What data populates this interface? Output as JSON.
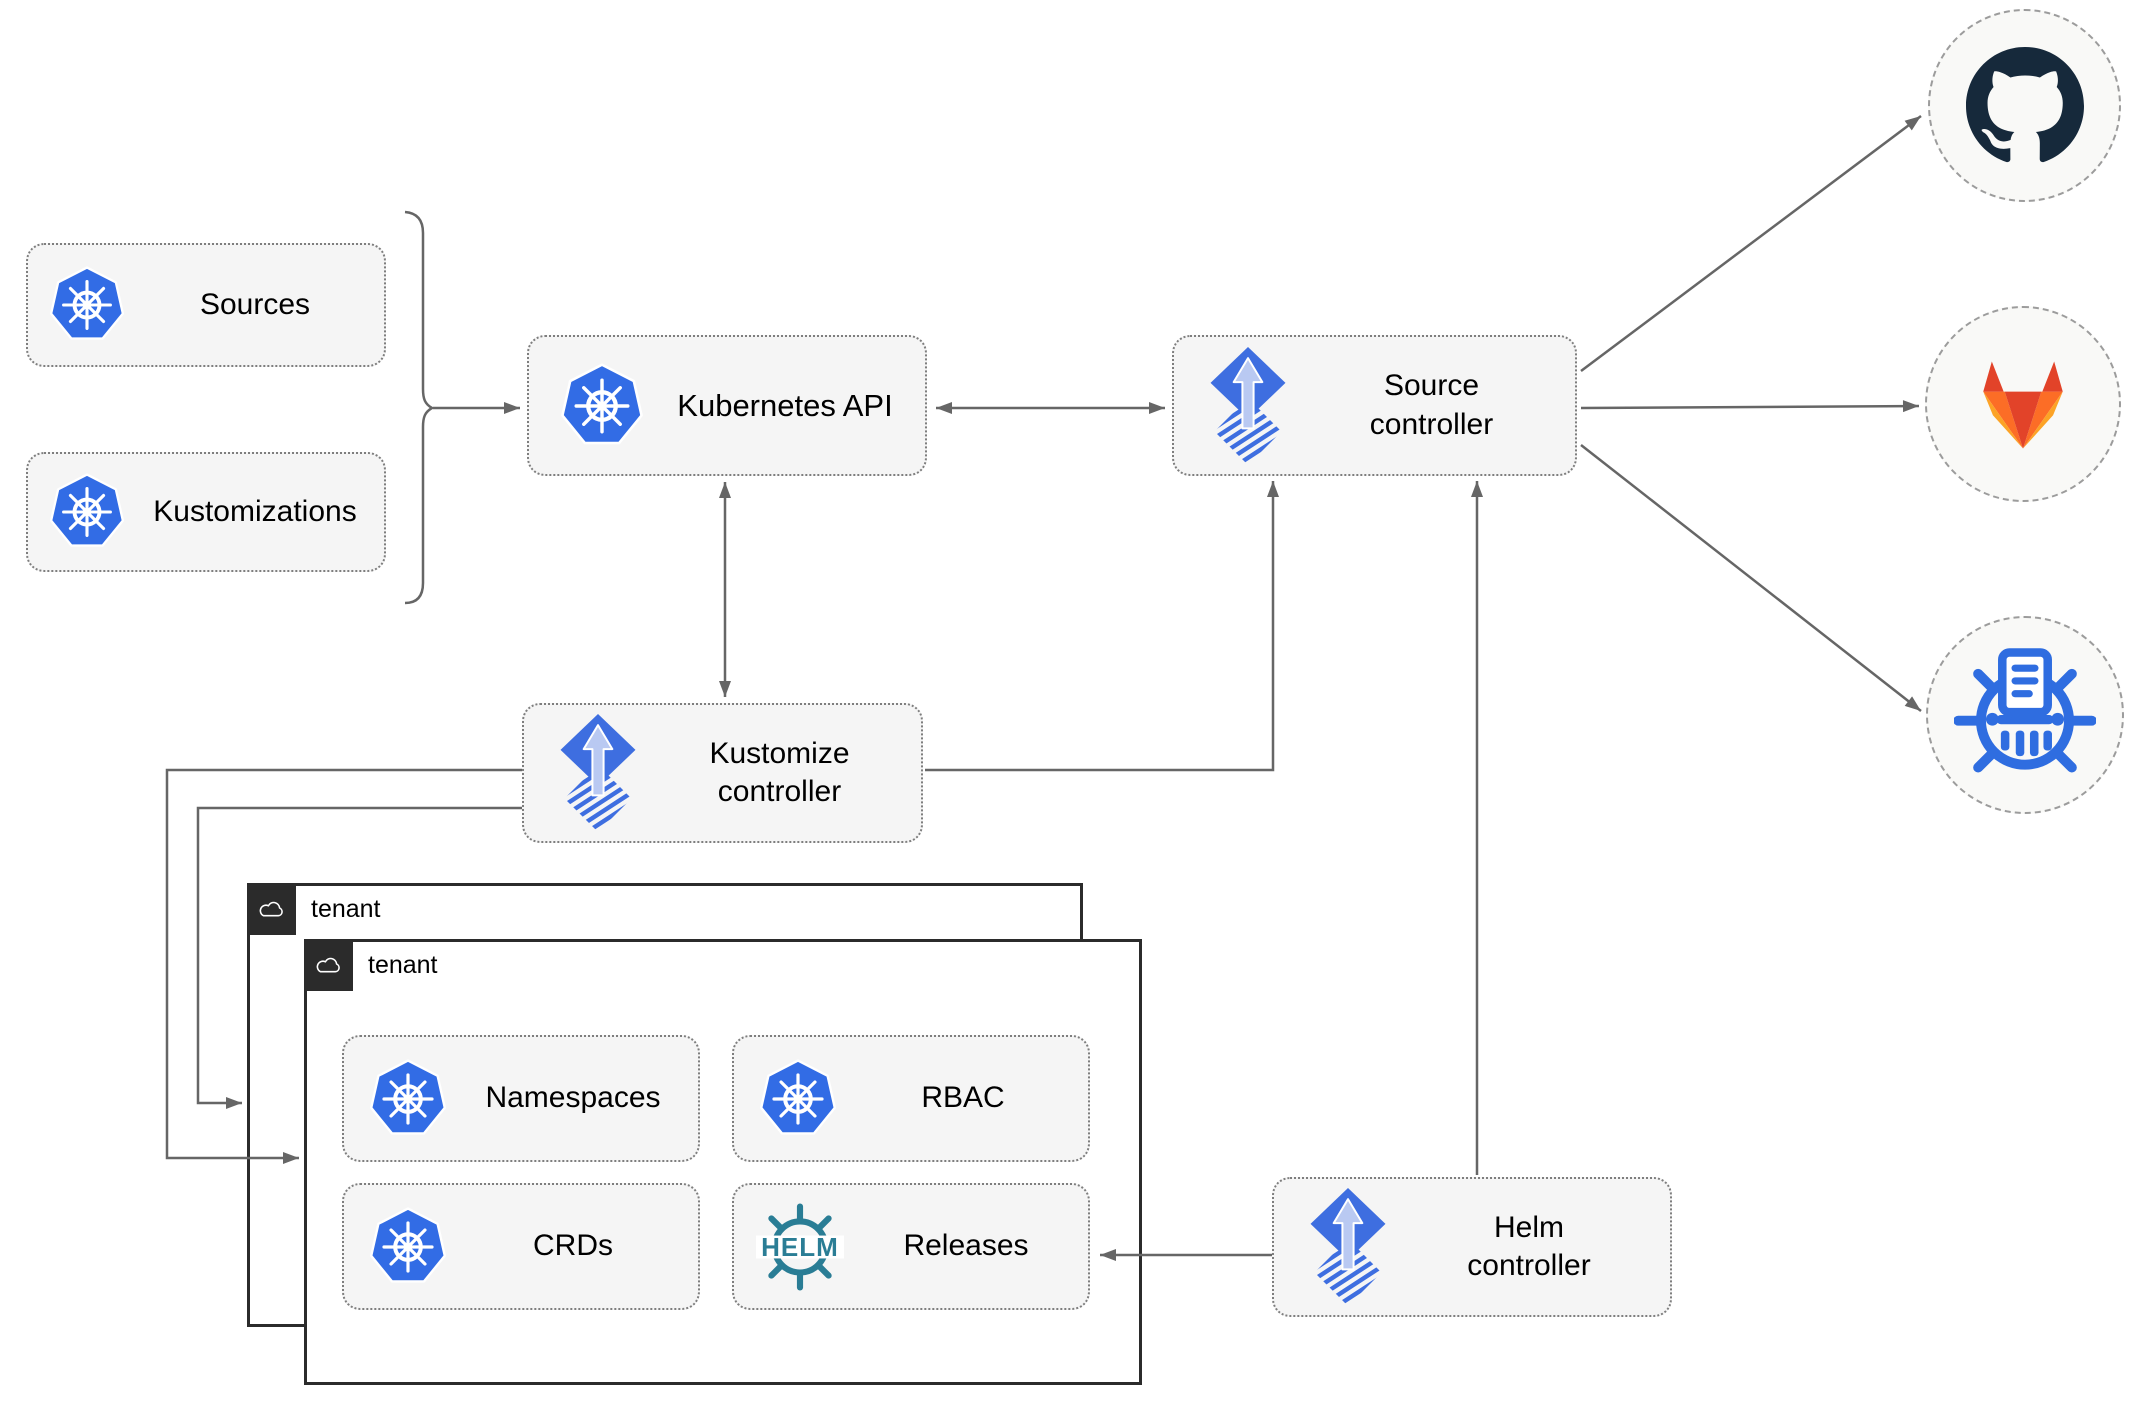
{
  "colors": {
    "canvas_bg": "#ffffff",
    "box_fill": "#f5f5f5",
    "box_border": "#7e7e7e",
    "line": "#666666",
    "k8s_blue": "#326ce5",
    "flux_blue": "#3e6ee0",
    "flux_arrow": "#b9c9f2",
    "helm_teal": "#2a7d95",
    "github_dark": "#16293b",
    "gitlab_red": "#e24329",
    "gitlab_orange": "#fc6d26",
    "gitlab_yellow": "#fca326",
    "chartmuseum_blue": "#2f6de0",
    "tenant_border": "#2b2b2b",
    "circle_bg": "#f9f9f7",
    "circle_border": "#9c9c9c"
  },
  "nodes": {
    "sources": "Sources",
    "kustomizations": "Kustomizations",
    "kubernetes_api": "Kubernetes API",
    "source_controller": "Source\ncontroller",
    "kustomize_controller": "Kustomize\ncontroller",
    "helm_controller": "Helm\ncontroller",
    "tenant_back": "tenant",
    "tenant_front": "tenant",
    "namespaces": "Namespaces",
    "rbac": "RBAC",
    "crds": "CRDs",
    "releases": "Releases"
  },
  "icon_text": {
    "helm": "HELM"
  },
  "icons": {
    "kubernetes": "kubernetes-icon",
    "flux": "flux-icon",
    "helm_wheel": "helm-icon",
    "cloud": "cloud-icon",
    "github": "github-icon",
    "gitlab": "gitlab-icon",
    "chartmuseum": "chartmuseum-icon"
  }
}
